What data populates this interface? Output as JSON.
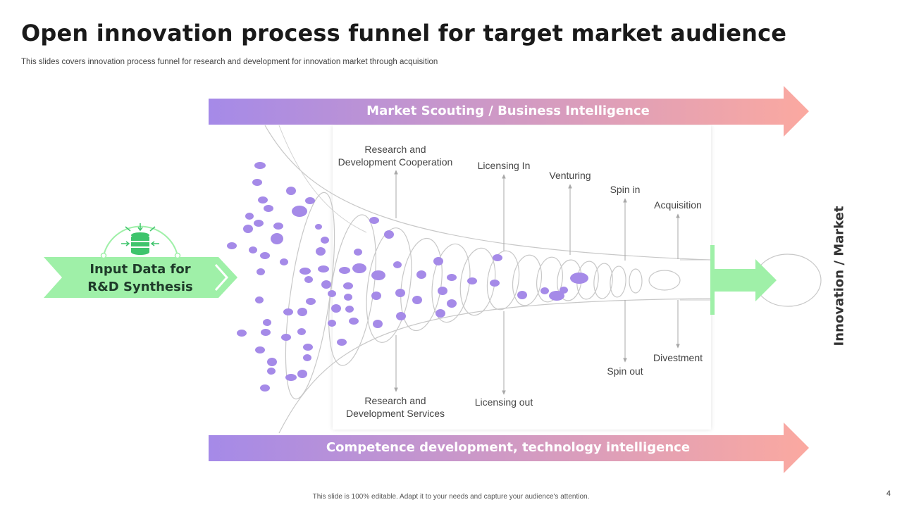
{
  "slide": {
    "title": "Open innovation process funnel for target market audience",
    "subtitle": "This slides covers innovation process funnel for research and development for innovation market through acquisition",
    "footer": "This slide is 100% editable. Adapt it to your needs and capture your audience's attention.",
    "page_number": "4"
  },
  "arrows": {
    "top_label": "Market Scouting / Business Intelligence",
    "bottom_label": "Competence development, technology intelligence",
    "gradient_start": "#a58ae8",
    "gradient_end": "#fba9a0"
  },
  "input_box": {
    "label_line1": "Input Data for",
    "label_line2": "R&D Synthesis",
    "icon": "database-converge-icon",
    "color": "#9ff0a8"
  },
  "output": {
    "label": "Innovation / Market"
  },
  "upper_labels": [
    {
      "line1": "Research and",
      "line2": "Development Cooperation"
    },
    {
      "line1": "Licensing In",
      "line2": ""
    },
    {
      "line1": "Venturing",
      "line2": ""
    },
    {
      "line1": "Spin in",
      "line2": ""
    },
    {
      "line1": "Acquisition",
      "line2": ""
    }
  ],
  "lower_labels": [
    {
      "line1": "Research and",
      "line2": "Development Services"
    },
    {
      "line1": "Licensing out",
      "line2": ""
    },
    {
      "line1": "Spin out",
      "line2": ""
    },
    {
      "line1": "Divestment",
      "line2": ""
    }
  ],
  "colors": {
    "dots": "#a58ae8",
    "funnel_line": "#c8c8c8",
    "pointer_line": "#a8a8a8"
  }
}
